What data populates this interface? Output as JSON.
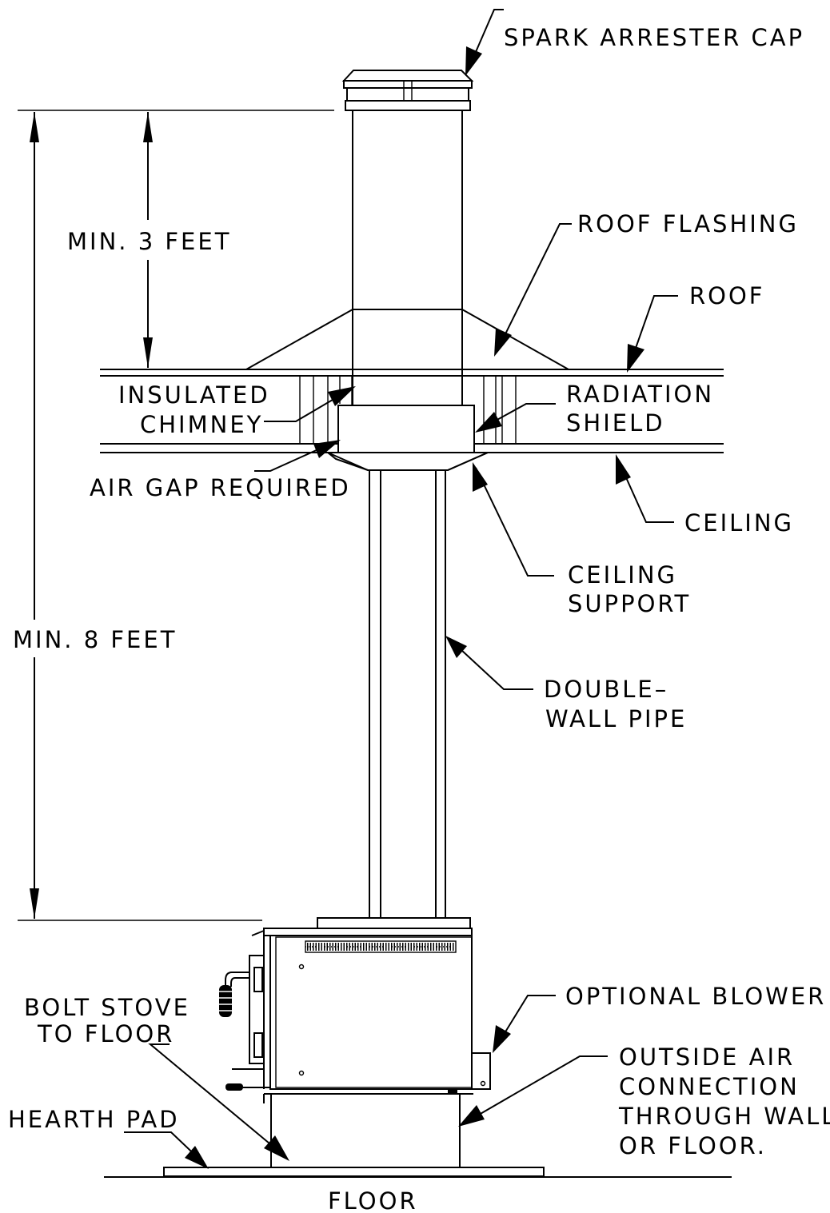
{
  "labels": {
    "spark_arrester_cap": "SPARK ARRESTER CAP",
    "roof_flashing": "ROOF FLASHING",
    "roof": "ROOF",
    "min_3_feet": "MIN. 3 FEET",
    "insulated_chimney_line1": "INSULATED",
    "insulated_chimney_line2": "CHIMNEY",
    "radiation_shield_line1": "RADIATION",
    "radiation_shield_line2": "SHIELD",
    "air_gap_required": "AIR GAP REQUIRED",
    "ceiling": "CEILING",
    "ceiling_support_line1": "CEILING",
    "ceiling_support_line2": "SUPPORT",
    "min_8_feet": "MIN. 8 FEET",
    "double_wall_pipe_line1": "DOUBLE–",
    "double_wall_pipe_line2": "WALL PIPE",
    "optional_blower": "OPTIONAL BLOWER",
    "bolt_stove_line1": "BOLT STOVE",
    "bolt_stove_line2": "TO FLOOR",
    "outside_air_line1": "OUTSIDE AIR",
    "outside_air_line2": "CONNECTION",
    "outside_air_line3": "THROUGH WALL",
    "outside_air_line4": "OR FLOOR.",
    "hearth_pad": "HEARTH PAD",
    "floor": "FLOOR"
  }
}
